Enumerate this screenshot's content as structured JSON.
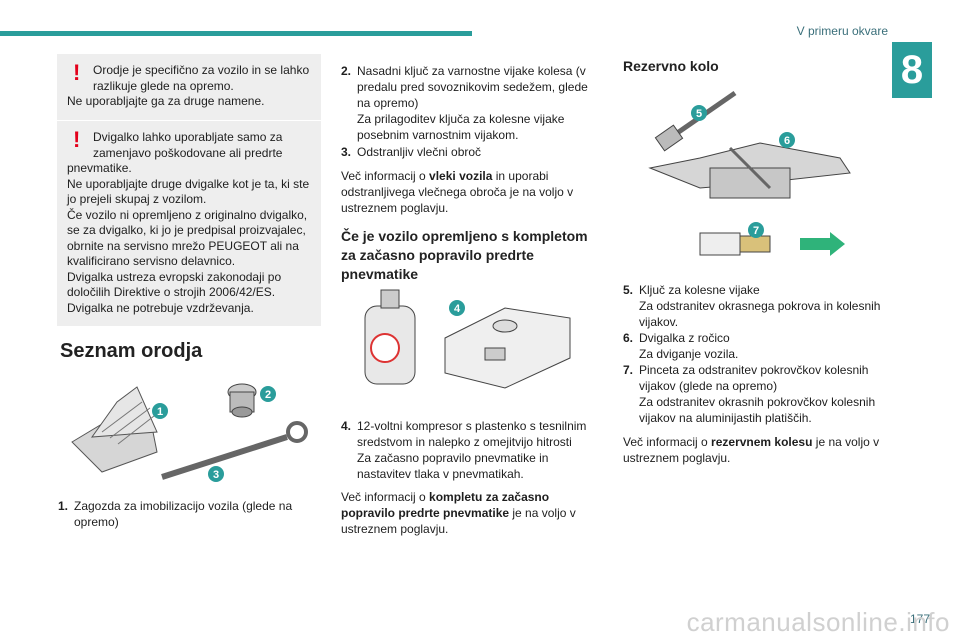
{
  "header": {
    "title": "V primeru okvare",
    "chapter": "8"
  },
  "warnings": [
    {
      "first": "Orodje je specifično za vozilo in se lahko razlikuje glede na opremo.",
      "rest": [
        "Ne uporabljajte ga za druge namene."
      ]
    },
    {
      "first": "Dvigalko lahko uporabljate samo za zamenjavo poškodovane ali predrte",
      "rest": [
        "pnevmatike.",
        "Ne uporabljajte druge dvigalke kot je ta, ki ste jo prejeli skupaj z vozilom.",
        "Če vozilo ni opremljeno z originalno dvigalko, se za dvigalko, ki jo je predpisal proizvajalec, obrnite na servisno mrežo PEUGEOT ali na kvalificirano servisno delavnico.",
        "Dvigalka ustreza evropski zakonodaji po določilih Direktive o strojih 2006/42/ES.",
        "Dvigalka ne potrebuje vzdrževanja."
      ]
    }
  ],
  "tools_heading": "Seznam orodja",
  "badges": [
    "1",
    "2",
    "3",
    "4",
    "5",
    "6",
    "7"
  ],
  "items": [
    {
      "num": "1.",
      "lines": [
        "Zagozda za imobilizacijo vozila (glede na opremo)"
      ]
    },
    {
      "num": "2.",
      "lines": [
        "Nasadni ključ za varnostne vijake kolesa (v predalu pred sovoznikovim sedežem, glede na opremo)",
        "Za prilagoditev ključa za kolesne vijake posebnim varnostnim vijakom."
      ]
    },
    {
      "num": "3.",
      "lines": [
        "Odstranljiv vlečni obroč"
      ]
    },
    {
      "num": "4.",
      "lines": [
        "12-voltni kompresor s plastenko s tesnilnim sredstvom in nalepko z omejitvijo hitrosti",
        "Za začasno popravilo pnevmatike in nastavitev tlaka v pnevmatikah."
      ]
    },
    {
      "num": "5.",
      "lines": [
        "Ključ za kolesne vijake",
        "Za odstranitev okrasnega pokrova in kolesnih vijakov."
      ]
    },
    {
      "num": "6.",
      "lines": [
        "Dvigalka z ročico",
        "Za dviganje vozila."
      ]
    },
    {
      "num": "7.",
      "lines": [
        "Pinceta za odstranitev pokrovčkov kolesnih vijakov (glede na opremo)",
        "Za odstranitev okrasnih pokrovčkov kolesnih vijakov na aluminijastih platiščih."
      ]
    }
  ],
  "towing_para": {
    "pre": "Več informacij o ",
    "bold": "vleki vozila",
    "post": " in uporabi odstranljivega vlečnega obroča je na voljo v ustreznem poglavju."
  },
  "repair_heading": "Če je vozilo opremljeno s kompletom za začasno popravilo predrte pnevmatike",
  "repair_para": {
    "pre": "Več informacij o ",
    "bold": "kompletu za začasno popravilo predrte pnevmatike",
    "post": " je na voljo v ustreznem poglavju."
  },
  "spare_heading": "Rezervno kolo",
  "spare_para": {
    "pre": "Več informacij o ",
    "bold": "rezervnem kolesu",
    "post": " je na voljo v ustreznem poglavju."
  },
  "page_number": "177",
  "watermark": "carmanualsonline.info",
  "colors": {
    "accent": "#2a9d9b",
    "warning": "#e3001b"
  }
}
